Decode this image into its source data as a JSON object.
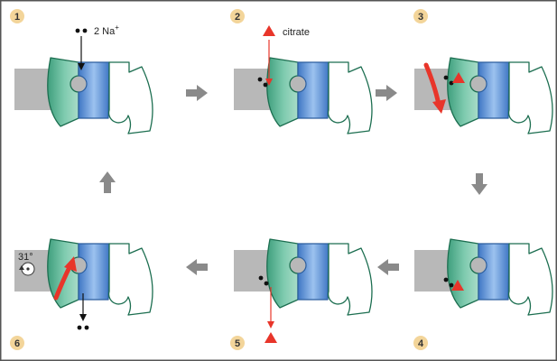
{
  "steps": [
    {
      "number": "1",
      "label_pre": "2 Na",
      "label_sup": "+"
    },
    {
      "number": "2",
      "label": "citrate"
    },
    {
      "number": "3"
    },
    {
      "number": "4"
    },
    {
      "number": "5"
    },
    {
      "number": "6",
      "angle_label": "31°"
    }
  ],
  "colors": {
    "frame": "#555555",
    "membrane": "#b8b8b8",
    "transport_domain": "#5fb596",
    "scaffold_domain": "#5a8fd6",
    "outline_green": "#1c6e50",
    "outline_blue": "#2c5e9e",
    "citrate": "#e8352a",
    "sodium": "#111111",
    "badge": "#f3d59a",
    "flow_arrow": "#8a8a8a"
  },
  "icons": [
    "sodium-ion-icon",
    "citrate-triangle-icon",
    "rotation-arrow-icon",
    "rotation-axis-icon",
    "flow-arrow-icon"
  ]
}
